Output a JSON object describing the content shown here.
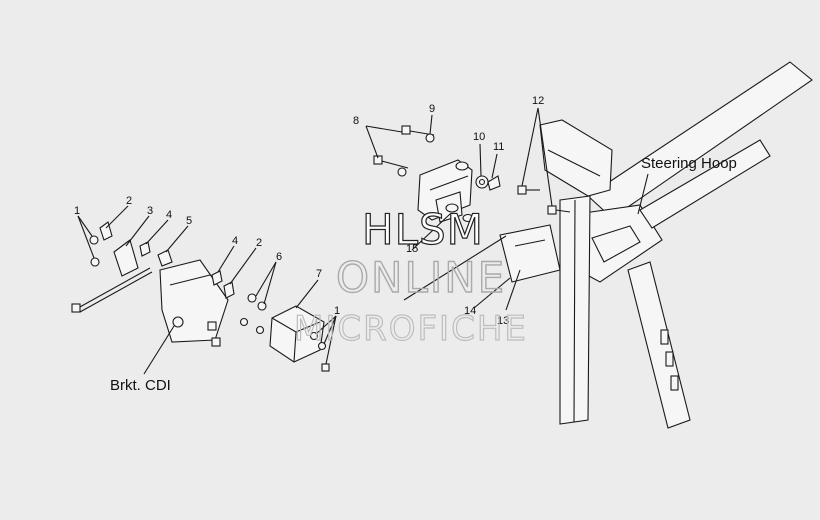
{
  "callouts": [
    "1",
    "2",
    "3",
    "4",
    "5",
    "4",
    "2",
    "6",
    "7",
    "1",
    "8",
    "9",
    "10",
    "11",
    "12",
    "13",
    "14",
    "15"
  ],
  "labels": {
    "steering_hoop": "Steering Hoop",
    "brkt_cdi": "Brkt. CDI"
  },
  "watermark": {
    "line1": "HLSM",
    "line2": "ONLINE",
    "line3": "MICROFICHE"
  }
}
